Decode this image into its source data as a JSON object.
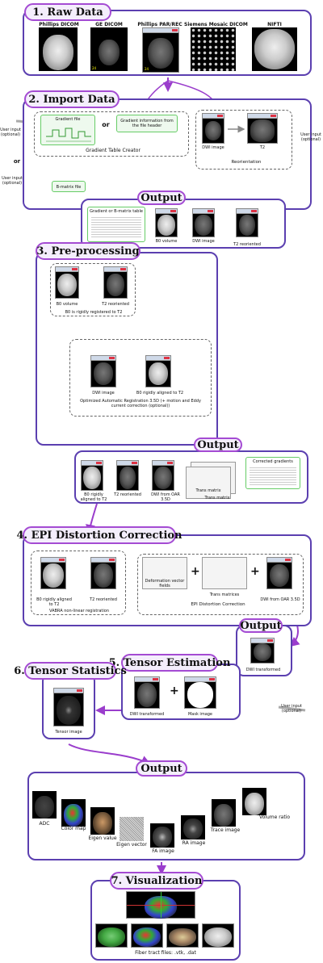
{
  "stages": {
    "raw_data": "1. Raw Data",
    "import_data": "2. Import Data",
    "preprocessing": "3. Pre-processing",
    "epi": "4. EPI Distortion Correction",
    "tensor_estimation": "5. Tensor Estimation",
    "tensor_statistics": "6. Tensor Statistics",
    "visualization": "7. Visualization"
  },
  "output_label": "Output",
  "raw": {
    "philips_dicom": "Phillips DICOM",
    "ge_dicom": "GE DICOM",
    "philips_parrec": "Phillips PAR/REC",
    "siemens_mosaic": "Siemens Mosaic DICOM",
    "nifti": "NIFTI"
  },
  "import": {
    "gradient_file": "Gradient file",
    "or1": "or",
    "gradient_header": "Gradient information from the file header",
    "gradient_table_creator": "Gradient Table Creator",
    "user_input_left": "User input (optional)",
    "or2": "or",
    "user_input_left2": "User input (optional)",
    "bmatrix_file": "B-matrix file",
    "dwi_image": "DWI image",
    "t2": "T2",
    "reorientation": "Reorientation",
    "user_input_right": "User input (optional)"
  },
  "out1": {
    "gradient_table": "Gradient or B-matrix table",
    "b0_volume": "B0 volume",
    "dwi_image": "DWI image",
    "t2_reoriented": "T2 reoriented"
  },
  "pre": {
    "b0_volume": "B0 volume",
    "t2_reoriented": "T2 reoriented",
    "b0_registered": "B0 is rigidly registered to T2",
    "dwi_image": "DWI image",
    "b0_aligned": "B0 rigidly aligned to T2",
    "oar": "Optimized Automatic Registration 3.5D (+ motion and Eddy current correction (optional))"
  },
  "out2": {
    "b0_aligned": "B0 rigidly aligned to T2",
    "t2_reoriented": "T2 reoriented",
    "dwi_oar": "DWI from OAR 3.5D",
    "trans_matrix_a": "Trans matrix",
    "trans_matrix_b": "Trans matrix",
    "corrected_gradients": "Corrected gradients"
  },
  "epi": {
    "b0_aligned": "B0 rigidly aligned to T2",
    "t2_reoriented": "T2 reoriented",
    "vabra": "VABRA non-linear registration",
    "deformation": "Deformation vector fields",
    "trans_matrices": "Trans matrices",
    "dwi_oar": "DWI from OAR 3.5D",
    "epi_correction": "EPI Distortion Correction",
    "plus1": "+",
    "plus2": "+"
  },
  "out3": {
    "dwi_transformed": "DWI transformed"
  },
  "tensor_est": {
    "dwi_transformed": "DWI transformed",
    "plus": "+",
    "mask_image": "Mask image",
    "user_input": "User input (optional)"
  },
  "tensor_stats": {
    "tensor_image": "Tensor image"
  },
  "out4": {
    "adc": "ADC",
    "color_map": "Color map",
    "eigen_value": "Eigen value",
    "eigen_vector": "Eigen vector",
    "fa_image": "FA image",
    "ra_image": "RA image",
    "trace_image": "Trace image",
    "volume_ratio": "Volume ratio"
  },
  "vis": {
    "fiber_files": "Fiber tract files: .vtk, .dat"
  },
  "colors": {
    "frame": "#5b3fb0",
    "accent": "#a44bd3",
    "output_box_fill": "#eef9ee"
  }
}
